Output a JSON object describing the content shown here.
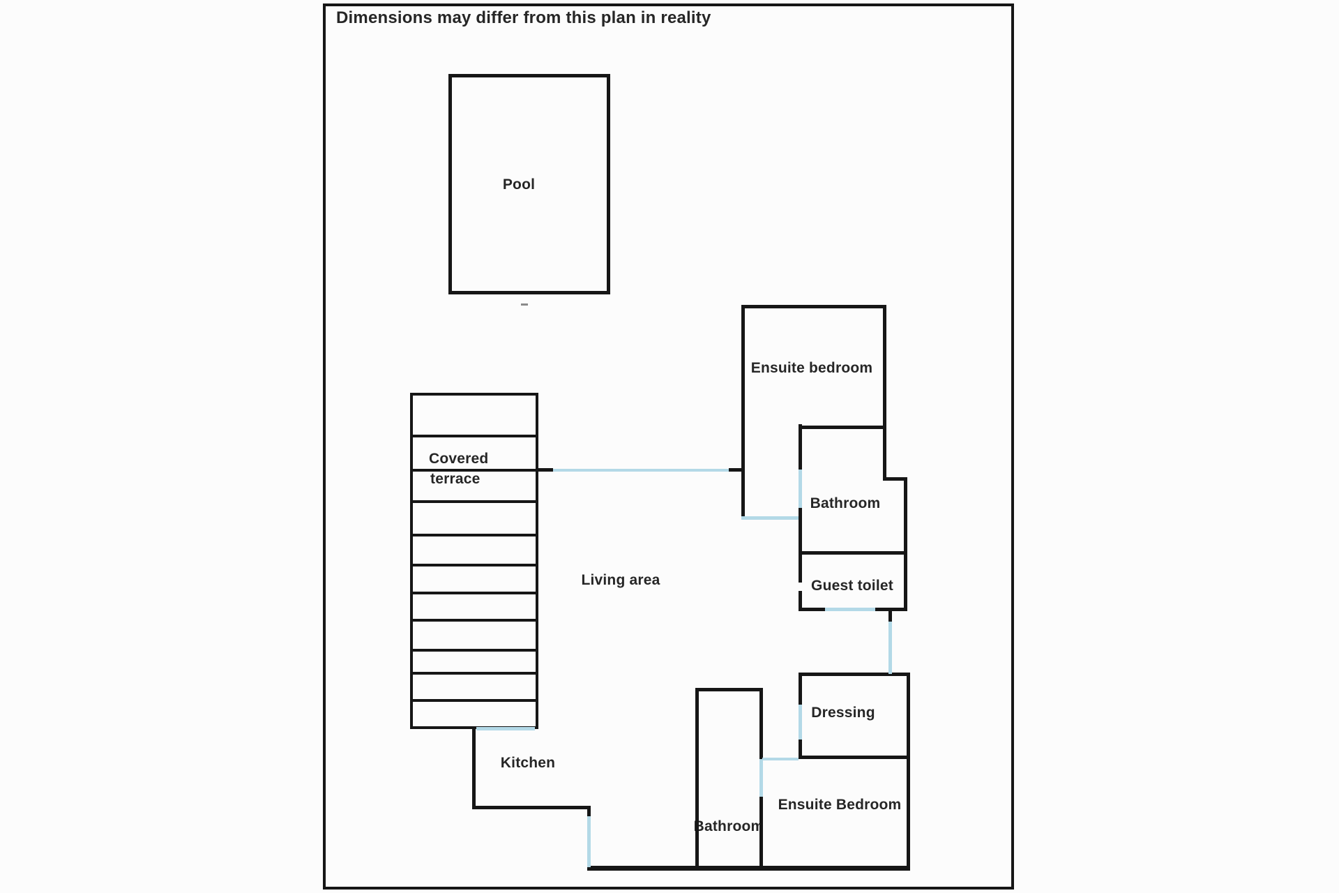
{
  "disclaimer": "Dimensions may differ from this plan in reality",
  "rooms": {
    "pool": "Pool",
    "covered_terrace_line1": "Covered",
    "covered_terrace_line2": "terrace",
    "living_area": "Living area",
    "ensuite_bedroom_top": "Ensuite bedroom",
    "bathroom_top": "Bathroom",
    "guest_toilet": "Guest toilet",
    "dressing": "Dressing",
    "ensuite_bedroom_bottom": "Ensuite Bedroom",
    "bathroom_bottom": "Bathroom",
    "kitchen": "Kitchen"
  },
  "colors": {
    "wall": "#161616",
    "door": "#b3d9e7",
    "text": "#262626",
    "background": "#fcfcfc"
  }
}
